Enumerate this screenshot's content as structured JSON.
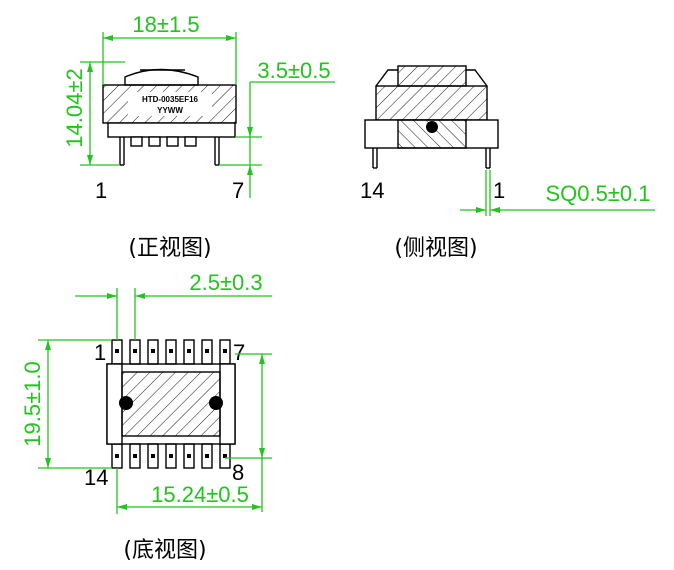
{
  "front_view": {
    "caption": "(正视图)",
    "width_dim": "18±1.5",
    "height_dim": "14.04±2",
    "standoff_dim": "3.5±0.5",
    "marking_line1": "HTD-0035EF16",
    "marking_line2": "YYWW",
    "pin_left": "1",
    "pin_right": "7"
  },
  "side_view": {
    "caption": "(侧视图)",
    "pin_left": "14",
    "pin_right": "1",
    "pin_dim": "SQ0.5±0.1"
  },
  "bottom_view": {
    "caption": "(底视图)",
    "pitch_dim": "2.5±0.3",
    "height_dim": "19.5±1.0",
    "width_dim": "15.24±0.5",
    "pin_top_left": "1",
    "pin_top_right": "7",
    "pin_bottom_left": "14",
    "pin_bottom_right": "8"
  },
  "colors": {
    "dimension": "#22c41d",
    "line": "#000000"
  }
}
